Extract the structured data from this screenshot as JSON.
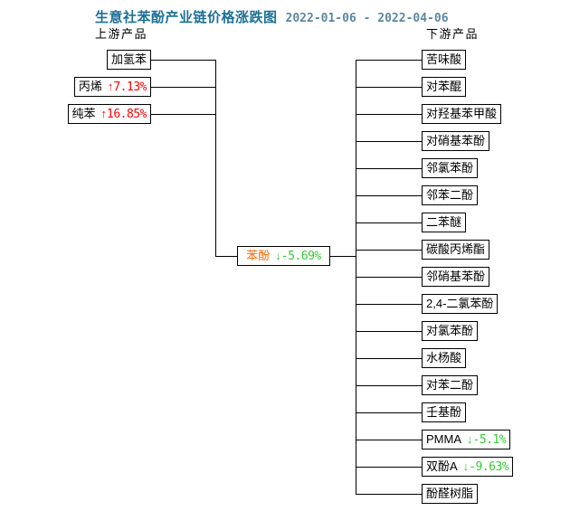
{
  "title": {
    "text": "生意社苯酚产业链价格涨跌图",
    "date_range": "2022-01-06 - 2022-04-06"
  },
  "headers": {
    "upstream": "上游产品",
    "downstream": "下游产品"
  },
  "arrows": {
    "up": "↑",
    "down": "↓"
  },
  "colors": {
    "title": "#1d7096",
    "date": "#5c87a4",
    "up_red": "#ff0000",
    "down_green": "#33cc33",
    "center_orange": "#ff6600",
    "line": "#000000",
    "background": "#ffffff"
  },
  "upstream_products": [
    {
      "name": "加氢苯",
      "direction": null,
      "change": null
    },
    {
      "name": "丙烯",
      "direction": "up",
      "change": "7.13%"
    },
    {
      "name": "纯苯",
      "direction": "up",
      "change": "16.85%"
    }
  ],
  "center_product": {
    "name": "苯酚",
    "direction": "down",
    "change": "-5.69%"
  },
  "downstream_products": [
    {
      "name": "苦味酸",
      "direction": null,
      "change": null
    },
    {
      "name": "对苯醌",
      "direction": null,
      "change": null
    },
    {
      "name": "对羟基苯甲酸",
      "direction": null,
      "change": null
    },
    {
      "name": "对硝基苯酚",
      "direction": null,
      "change": null
    },
    {
      "name": "邻氯苯酚",
      "direction": null,
      "change": null
    },
    {
      "name": "邻苯二酚",
      "direction": null,
      "change": null
    },
    {
      "name": "二苯醚",
      "direction": null,
      "change": null
    },
    {
      "name": "碳酸丙烯酯",
      "direction": null,
      "change": null
    },
    {
      "name": "邻硝基苯酚",
      "direction": null,
      "change": null
    },
    {
      "name": "2,4-二氯苯酚",
      "direction": null,
      "change": null
    },
    {
      "name": "对氯苯酚",
      "direction": null,
      "change": null
    },
    {
      "name": "水杨酸",
      "direction": null,
      "change": null
    },
    {
      "name": "对苯二酚",
      "direction": null,
      "change": null
    },
    {
      "name": "壬基酚",
      "direction": null,
      "change": null
    },
    {
      "name": "PMMA",
      "direction": "down",
      "change": "-5.1%"
    },
    {
      "name": "双酚A",
      "direction": "down",
      "change": "-9.63%"
    },
    {
      "name": "酚醛树脂",
      "direction": null,
      "change": null
    }
  ]
}
